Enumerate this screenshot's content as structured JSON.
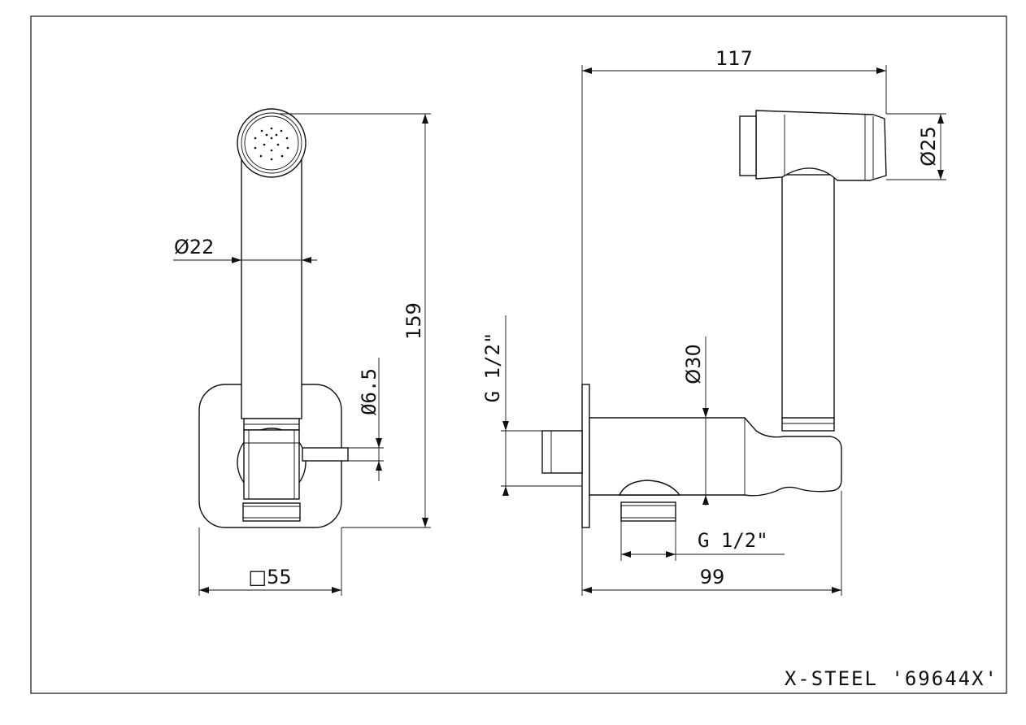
{
  "drawing": {
    "title_block": "X-STEEL '69644X'",
    "front_view": {
      "handle_diameter": "Ø22",
      "total_height": "159",
      "hose_diameter": "Ø6.5",
      "plate_size": "□55"
    },
    "side_view": {
      "total_width": "117",
      "head_diameter": "Ø25",
      "inlet_thread": "G 1/2\"",
      "body_diameter": "Ø30",
      "outlet_thread": "G 1/2\"",
      "body_length": "99"
    }
  }
}
